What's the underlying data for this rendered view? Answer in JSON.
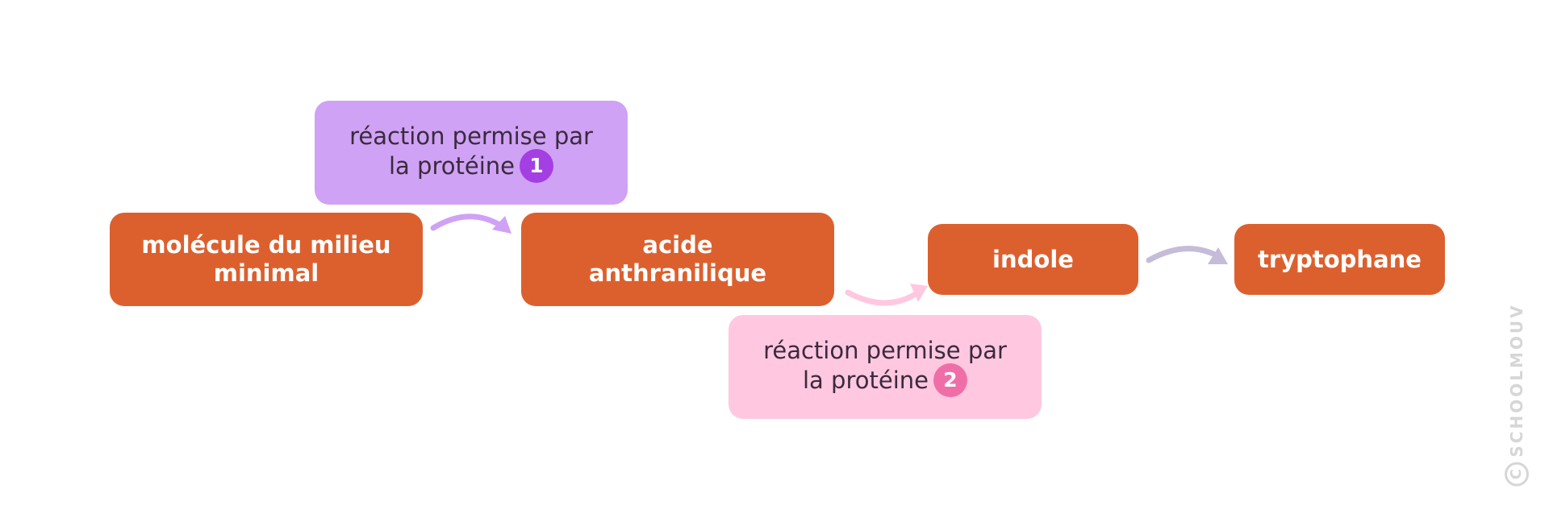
{
  "molecules": {
    "start": {
      "line1": "molécule du milieu",
      "line2": "minimal"
    },
    "acid": {
      "line1": "acide",
      "line2": "anthranilique"
    },
    "indole": {
      "label": "indole"
    },
    "tryptophan": {
      "label": "tryptophane"
    }
  },
  "reactions": {
    "r1": {
      "line1": "réaction permise par",
      "line2": "la protéine",
      "badge": "1"
    },
    "r2": {
      "line1": "réaction permise par",
      "line2": "la protéine",
      "badge": "2"
    }
  },
  "watermark": {
    "symbol": "C",
    "text": "SCHOOLMOUV"
  },
  "colors": {
    "molecule": "#dc602e",
    "reaction_1": "#cfa2f5",
    "reaction_2": "#ffc8e0",
    "badge_1": "#a43fe3",
    "badge_2": "#f06ea7",
    "arrow_1": "#cfa2f5",
    "arrow_2": "#ffc8e0",
    "arrow_3": "#c4bcd8"
  }
}
